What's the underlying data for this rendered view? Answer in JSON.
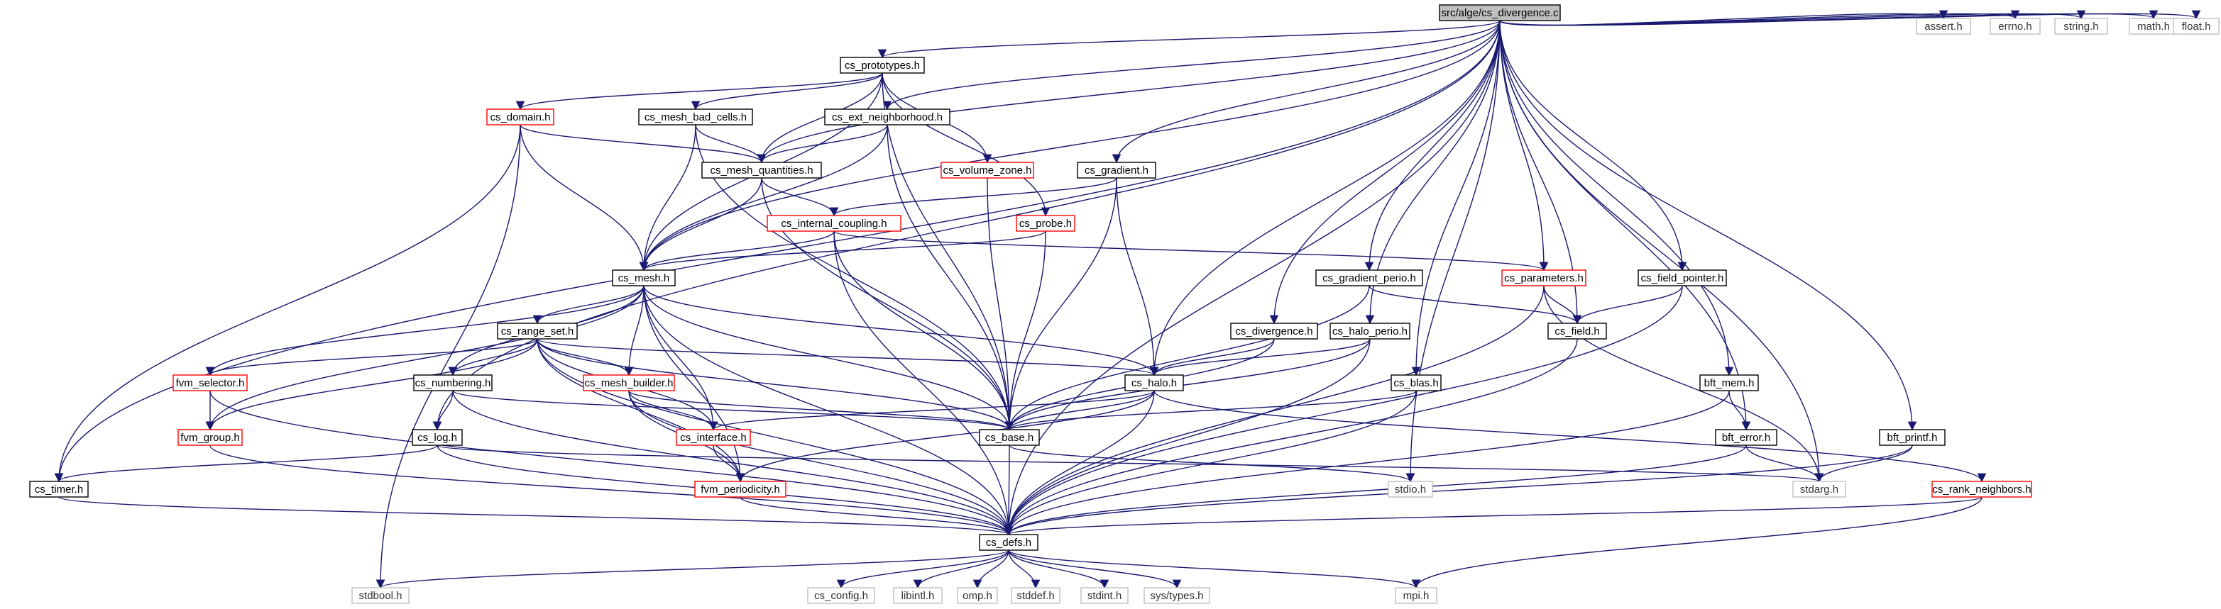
{
  "diagram": {
    "kind": "include-dependency-graph",
    "colors": {
      "edge": "#191970",
      "root_fill": "#bfbfbf",
      "node_border": "#000000",
      "node_border_undocumented": "#ff0000",
      "node_border_system": "#bfbfbf"
    },
    "nodes": [
      {
        "id": "root",
        "label": "src/alge/cs_divergence.c",
        "style": "root"
      },
      {
        "id": "cs_prototypes",
        "label": "cs_prototypes.h",
        "style": "normal"
      },
      {
        "id": "assert",
        "label": "assert.h",
        "style": "sys"
      },
      {
        "id": "errno",
        "label": "errno.h",
        "style": "sys"
      },
      {
        "id": "string",
        "label": "string.h",
        "style": "sys"
      },
      {
        "id": "math",
        "label": "math.h",
        "style": "sys"
      },
      {
        "id": "float",
        "label": "float.h",
        "style": "sys"
      },
      {
        "id": "cs_domain",
        "label": "cs_domain.h",
        "style": "red"
      },
      {
        "id": "cs_mesh_bad_cells",
        "label": "cs_mesh_bad_cells.h",
        "style": "normal"
      },
      {
        "id": "cs_ext_neighborhood",
        "label": "cs_ext_neighborhood.h",
        "style": "normal"
      },
      {
        "id": "cs_mesh_quantities",
        "label": "cs_mesh_quantities.h",
        "style": "normal"
      },
      {
        "id": "cs_volume_zone",
        "label": "cs_volume_zone.h",
        "style": "red"
      },
      {
        "id": "cs_gradient",
        "label": "cs_gradient.h",
        "style": "normal"
      },
      {
        "id": "cs_internal_coupling",
        "label": "cs_internal_coupling.h",
        "style": "red"
      },
      {
        "id": "cs_probe",
        "label": "cs_probe.h",
        "style": "red"
      },
      {
        "id": "cs_mesh",
        "label": "cs_mesh.h",
        "style": "normal"
      },
      {
        "id": "cs_gradient_perio",
        "label": "cs_gradient_perio.h",
        "style": "normal"
      },
      {
        "id": "cs_parameters",
        "label": "cs_parameters.h",
        "style": "red"
      },
      {
        "id": "cs_field_pointer",
        "label": "cs_field_pointer.h",
        "style": "normal"
      },
      {
        "id": "cs_range_set",
        "label": "cs_range_set.h",
        "style": "normal"
      },
      {
        "id": "cs_divergence",
        "label": "cs_divergence.h",
        "style": "normal"
      },
      {
        "id": "cs_halo_perio",
        "label": "cs_halo_perio.h",
        "style": "normal"
      },
      {
        "id": "cs_field",
        "label": "cs_field.h",
        "style": "normal"
      },
      {
        "id": "fvm_selector",
        "label": "fvm_selector.h",
        "style": "red"
      },
      {
        "id": "cs_numbering",
        "label": "cs_numbering.h",
        "style": "normal"
      },
      {
        "id": "cs_mesh_builder",
        "label": "cs_mesh_builder.h",
        "style": "red"
      },
      {
        "id": "cs_halo",
        "label": "cs_halo.h",
        "style": "normal"
      },
      {
        "id": "cs_blas",
        "label": "cs_blas.h",
        "style": "normal"
      },
      {
        "id": "bft_mem",
        "label": "bft_mem.h",
        "style": "normal"
      },
      {
        "id": "fvm_group",
        "label": "fvm_group.h",
        "style": "red"
      },
      {
        "id": "cs_log",
        "label": "cs_log.h",
        "style": "normal"
      },
      {
        "id": "cs_interface",
        "label": "cs_interface.h",
        "style": "red"
      },
      {
        "id": "cs_base",
        "label": "cs_base.h",
        "style": "normal"
      },
      {
        "id": "bft_error",
        "label": "bft_error.h",
        "style": "normal"
      },
      {
        "id": "bft_printf",
        "label": "bft_printf.h",
        "style": "normal"
      },
      {
        "id": "cs_timer",
        "label": "cs_timer.h",
        "style": "normal"
      },
      {
        "id": "fvm_periodicity",
        "label": "fvm_periodicity.h",
        "style": "red"
      },
      {
        "id": "stdio",
        "label": "stdio.h",
        "style": "sys"
      },
      {
        "id": "stdarg",
        "label": "stdarg.h",
        "style": "sys"
      },
      {
        "id": "cs_rank_neighbors",
        "label": "cs_rank_neighbors.h",
        "style": "red"
      },
      {
        "id": "cs_defs",
        "label": "cs_defs.h",
        "style": "normal"
      },
      {
        "id": "stdbool",
        "label": "stdbool.h",
        "style": "sys"
      },
      {
        "id": "cs_config",
        "label": "cs_config.h",
        "style": "sys"
      },
      {
        "id": "libintl",
        "label": "libintl.h",
        "style": "sys"
      },
      {
        "id": "omp",
        "label": "omp.h",
        "style": "sys"
      },
      {
        "id": "stddef",
        "label": "stddef.h",
        "style": "sys"
      },
      {
        "id": "stdint",
        "label": "stdint.h",
        "style": "sys"
      },
      {
        "id": "systypes",
        "label": "sys/types.h",
        "style": "sys"
      },
      {
        "id": "mpi",
        "label": "mpi.h",
        "style": "sys"
      }
    ],
    "edges": [
      [
        "root",
        "cs_prototypes"
      ],
      [
        "root",
        "assert"
      ],
      [
        "root",
        "errno"
      ],
      [
        "root",
        "string"
      ],
      [
        "root",
        "math"
      ],
      [
        "root",
        "float"
      ],
      [
        "root",
        "cs_ext_neighborhood"
      ],
      [
        "root",
        "cs_mesh_quantities"
      ],
      [
        "root",
        "cs_mesh"
      ],
      [
        "root",
        "cs_gradient"
      ],
      [
        "root",
        "cs_gradient_perio"
      ],
      [
        "root",
        "cs_parameters"
      ],
      [
        "root",
        "cs_field_pointer"
      ],
      [
        "root",
        "cs_divergence"
      ],
      [
        "root",
        "cs_halo_perio"
      ],
      [
        "root",
        "cs_field"
      ],
      [
        "root",
        "cs_halo"
      ],
      [
        "root",
        "cs_blas"
      ],
      [
        "root",
        "bft_mem"
      ],
      [
        "root",
        "bft_error"
      ],
      [
        "root",
        "bft_printf"
      ],
      [
        "root",
        "cs_log"
      ],
      [
        "root",
        "cs_timer"
      ],
      [
        "root",
        "stdio"
      ],
      [
        "root",
        "stdarg"
      ],
      [
        "root",
        "cs_defs"
      ],
      [
        "cs_prototypes",
        "cs_domain"
      ],
      [
        "cs_prototypes",
        "cs_mesh_bad_cells"
      ],
      [
        "cs_prototypes",
        "cs_mesh_quantities"
      ],
      [
        "cs_prototypes",
        "cs_volume_zone"
      ],
      [
        "cs_prototypes",
        "cs_probe"
      ],
      [
        "cs_prototypes",
        "cs_mesh"
      ],
      [
        "cs_prototypes",
        "cs_base"
      ],
      [
        "cs_domain",
        "cs_mesh_quantities"
      ],
      [
        "cs_domain",
        "cs_mesh"
      ],
      [
        "cs_domain",
        "cs_timer"
      ],
      [
        "cs_domain",
        "stdbool"
      ],
      [
        "cs_mesh_bad_cells",
        "cs_mesh_quantities"
      ],
      [
        "cs_mesh_bad_cells",
        "cs_mesh"
      ],
      [
        "cs_mesh_bad_cells",
        "cs_base"
      ],
      [
        "cs_ext_neighborhood",
        "cs_mesh_quantities"
      ],
      [
        "cs_ext_neighborhood",
        "cs_mesh"
      ],
      [
        "cs_ext_neighborhood",
        "cs_base"
      ],
      [
        "cs_mesh_quantities",
        "cs_internal_coupling"
      ],
      [
        "cs_mesh_quantities",
        "cs_mesh"
      ],
      [
        "cs_mesh_quantities",
        "cs_base"
      ],
      [
        "cs_volume_zone",
        "cs_base"
      ],
      [
        "cs_gradient",
        "cs_internal_coupling"
      ],
      [
        "cs_gradient",
        "cs_halo"
      ],
      [
        "cs_gradient",
        "cs_base"
      ],
      [
        "cs_internal_coupling",
        "cs_mesh"
      ],
      [
        "cs_internal_coupling",
        "cs_parameters"
      ],
      [
        "cs_internal_coupling",
        "cs_base"
      ],
      [
        "cs_internal_coupling",
        "cs_defs"
      ],
      [
        "cs_probe",
        "cs_mesh"
      ],
      [
        "cs_probe",
        "cs_base"
      ],
      [
        "cs_mesh",
        "cs_range_set"
      ],
      [
        "cs_mesh",
        "fvm_selector"
      ],
      [
        "cs_mesh",
        "cs_numbering"
      ],
      [
        "cs_mesh",
        "cs_mesh_builder"
      ],
      [
        "cs_mesh",
        "cs_halo"
      ],
      [
        "cs_mesh",
        "fvm_group"
      ],
      [
        "cs_mesh",
        "cs_interface"
      ],
      [
        "cs_mesh",
        "cs_base"
      ],
      [
        "cs_mesh",
        "fvm_periodicity"
      ],
      [
        "cs_mesh",
        "cs_defs"
      ],
      [
        "cs_gradient_perio",
        "cs_field"
      ],
      [
        "cs_gradient_perio",
        "cs_base"
      ],
      [
        "cs_parameters",
        "cs_field"
      ],
      [
        "cs_parameters",
        "stdarg"
      ],
      [
        "cs_parameters",
        "cs_defs"
      ],
      [
        "cs_field_pointer",
        "cs_field"
      ],
      [
        "cs_field_pointer",
        "cs_defs"
      ],
      [
        "cs_range_set",
        "fvm_selector"
      ],
      [
        "cs_range_set",
        "cs_numbering"
      ],
      [
        "cs_range_set",
        "cs_mesh_builder"
      ],
      [
        "cs_range_set",
        "cs_halo"
      ],
      [
        "cs_range_set",
        "fvm_group"
      ],
      [
        "cs_range_set",
        "cs_interface"
      ],
      [
        "cs_range_set",
        "cs_base"
      ],
      [
        "cs_range_set",
        "fvm_periodicity"
      ],
      [
        "cs_range_set",
        "cs_defs"
      ],
      [
        "cs_divergence",
        "cs_halo"
      ],
      [
        "cs_divergence",
        "cs_base"
      ],
      [
        "cs_halo_perio",
        "cs_halo"
      ],
      [
        "cs_halo_perio",
        "cs_base"
      ],
      [
        "cs_halo_perio",
        "cs_defs"
      ],
      [
        "cs_field",
        "cs_defs"
      ],
      [
        "fvm_selector",
        "fvm_group"
      ],
      [
        "fvm_selector",
        "cs_defs"
      ],
      [
        "cs_numbering",
        "cs_log"
      ],
      [
        "cs_numbering",
        "cs_base"
      ],
      [
        "cs_numbering",
        "cs_defs"
      ],
      [
        "cs_mesh_builder",
        "cs_interface"
      ],
      [
        "cs_mesh_builder",
        "cs_base"
      ],
      [
        "cs_mesh_builder",
        "fvm_periodicity"
      ],
      [
        "cs_mesh_builder",
        "cs_defs"
      ],
      [
        "cs_halo",
        "cs_interface"
      ],
      [
        "cs_halo",
        "cs_base"
      ],
      [
        "cs_halo",
        "fvm_periodicity"
      ],
      [
        "cs_halo",
        "cs_rank_neighbors"
      ],
      [
        "cs_halo",
        "cs_defs"
      ],
      [
        "cs_blas",
        "cs_base"
      ],
      [
        "cs_blas",
        "cs_defs"
      ],
      [
        "bft_mem",
        "bft_error"
      ],
      [
        "bft_mem",
        "cs_defs"
      ],
      [
        "fvm_group",
        "cs_defs"
      ],
      [
        "cs_log",
        "cs_timer"
      ],
      [
        "cs_log",
        "stdarg"
      ],
      [
        "cs_log",
        "cs_defs"
      ],
      [
        "cs_interface",
        "fvm_periodicity"
      ],
      [
        "cs_base",
        "stdio"
      ],
      [
        "cs_base",
        "cs_defs"
      ],
      [
        "bft_error",
        "stdarg"
      ],
      [
        "bft_error",
        "cs_defs"
      ],
      [
        "bft_printf",
        "stdarg"
      ],
      [
        "bft_printf",
        "cs_defs"
      ],
      [
        "cs_timer",
        "cs_defs"
      ],
      [
        "fvm_periodicity",
        "cs_defs"
      ],
      [
        "cs_rank_neighbors",
        "cs_defs"
      ],
      [
        "cs_rank_neighbors",
        "mpi"
      ],
      [
        "cs_defs",
        "stdbool"
      ],
      [
        "cs_defs",
        "cs_config"
      ],
      [
        "cs_defs",
        "libintl"
      ],
      [
        "cs_defs",
        "omp"
      ],
      [
        "cs_defs",
        "stddef"
      ],
      [
        "cs_defs",
        "stdint"
      ],
      [
        "cs_defs",
        "systypes"
      ],
      [
        "cs_defs",
        "mpi"
      ]
    ]
  }
}
